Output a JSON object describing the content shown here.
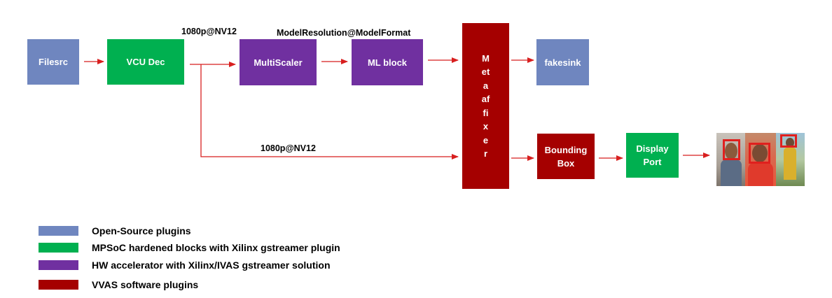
{
  "colors": {
    "open_source": "#6f86bf",
    "mpsoc": "#00b050",
    "hw_accel": "#7030a0",
    "vvas": "#a50000",
    "arrow": "#d81f1f"
  },
  "nodes": {
    "filesrc": "Filesrc",
    "vcu_dec": "VCU Dec",
    "multiscaler": "MultiScaler",
    "ml_block": "ML block",
    "metaaffixer": "Metaaffixer",
    "fakesink": "fakesink",
    "bounding_box": "Bounding Box",
    "display_port": "Display Port"
  },
  "edge_labels": {
    "vcu_to_multiscaler": "1080p@NV12",
    "multiscaler_to_ml": "ModelResolution@ModelFormat",
    "vcu_to_metaaffixer": "1080p@NV12"
  },
  "legend": [
    {
      "color_key": "open_source",
      "text": "Open-Source plugins"
    },
    {
      "color_key": "mpsoc",
      "text": "MPSoC hardened blocks with Xilinx gstreamer plugin"
    },
    {
      "color_key": "hw_accel",
      "text": "HW accelerator with Xilinx/IVAS gstreamer solution"
    },
    {
      "color_key": "vvas",
      "text": "VVAS software plugins"
    }
  ],
  "output_image": {
    "description_icon": "detected-faces-photo"
  }
}
